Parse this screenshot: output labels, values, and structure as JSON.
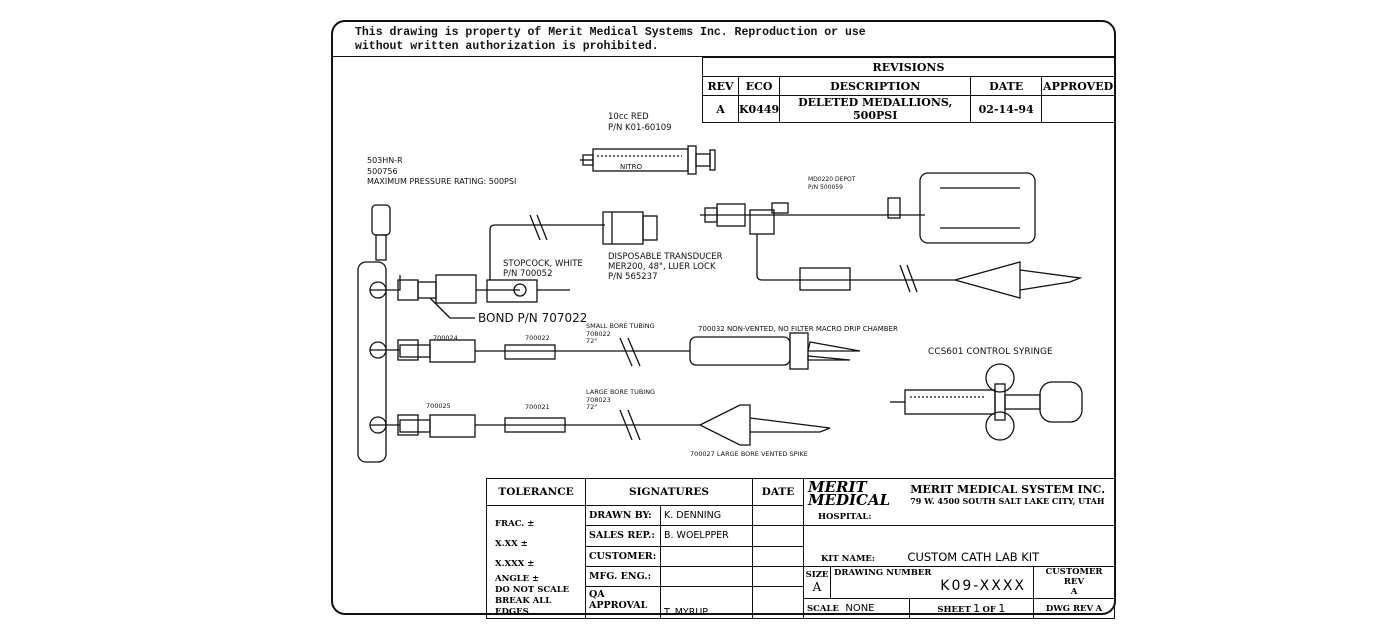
{
  "notice": {
    "line1": "This drawing is property of Merit Medical Systems Inc.  Reproduction or use",
    "line2": "without written authorization is prohibited."
  },
  "revisions": {
    "title": "REVISIONS",
    "headers": [
      "REV",
      "ECO",
      "DESCRIPTION",
      "DATE",
      "APPROVED"
    ],
    "row": [
      "A",
      "K0449",
      "DELETED MEDALLIONS, 500PSI",
      "02-14-94",
      ""
    ]
  },
  "labels": {
    "syringe_color": "10cc  RED",
    "syringe_pn": "P/N  K01-60109",
    "syringe_marking": "NITRO",
    "manifold_code": "503HN-R",
    "manifold_pn": "500756",
    "manifold_pressure": "MAXIMUM PRESSURE RATING:  500PSI",
    "depot_code": "MD0220 DEPOT",
    "depot_pn": "P/N  500059",
    "stopcock": "STOPCOCK, WHITE",
    "stopcock_pn": "P/N  700052",
    "transducer_1": "DISPOSABLE  TRANSDUCER",
    "transducer_2": "MER200,  48\",  LUER LOCK",
    "transducer_3": "P/N  565237",
    "bond": "BOND  P/N  707022",
    "p700024": "700024",
    "p700022": "700022",
    "small_bore": "SMALL BORE TUBING",
    "small_bore_pn": "708022",
    "small_bore_len": "72\"",
    "drip": "700032 NON-VENTED, NO FILTER MACRO DRIP CHAMBER",
    "control_syringe": "CCS601  CONTROL  SYRINGE",
    "p700025": "700025",
    "p700021": "700021",
    "large_bore": "LARGE BORE TUBING",
    "large_bore_pn": "708023",
    "large_bore_len": "72\"",
    "spike": "700027 LARGE BORE VENTED SPIKE"
  },
  "title_block": {
    "tolerance": "TOLERANCE",
    "signatures": "SIGNATURES",
    "date": "DATE",
    "frac": "FRAC. ±",
    "xx": "X.XX ±",
    "xxx": "X.XXX ±",
    "angle": "ANGLE ±",
    "do_not_scale": "DO NOT SCALE",
    "break_edges": "BREAK ALL EDGES",
    "drawn_by_label": "DRAWN BY:",
    "drawn_by": "K. DENNING",
    "sales_rep_label": "SALES REP.:",
    "sales_rep": "B. WOELPPER",
    "customer_label": "CUSTOMER:",
    "customer": "",
    "mfg_eng_label": "MFG. ENG.:",
    "mfg_eng": "",
    "qa_label": "QA APPROVAL",
    "qa": "T. MYRUP",
    "logo_1": "MERIT",
    "logo_2": "MEDICAL",
    "company": "MERIT  MEDICAL  SYSTEM  INC.",
    "address": "79  W.  4500  SOUTH    SALT  LAKE  CITY,  UTAH",
    "hospital_label": "HOSPITAL:",
    "hospital": "",
    "kit_label": "KIT  NAME:",
    "kit": "CUSTOM  CATH  LAB  KIT",
    "size_label": "SIZE",
    "size": "A",
    "drawing_number_label": "DRAWING NUMBER",
    "drawing_number": "K09-XXXX",
    "customer_rev_label": "CUSTOMER REV",
    "customer_rev": "A",
    "scale_label": "SCALE",
    "scale": "NONE",
    "sheet_label": "SHEET",
    "sheet_num": "1",
    "of_label": "OF",
    "sheet_total": "1",
    "dwg_rev_label": "DWG  REV",
    "dwg_rev": "A"
  }
}
